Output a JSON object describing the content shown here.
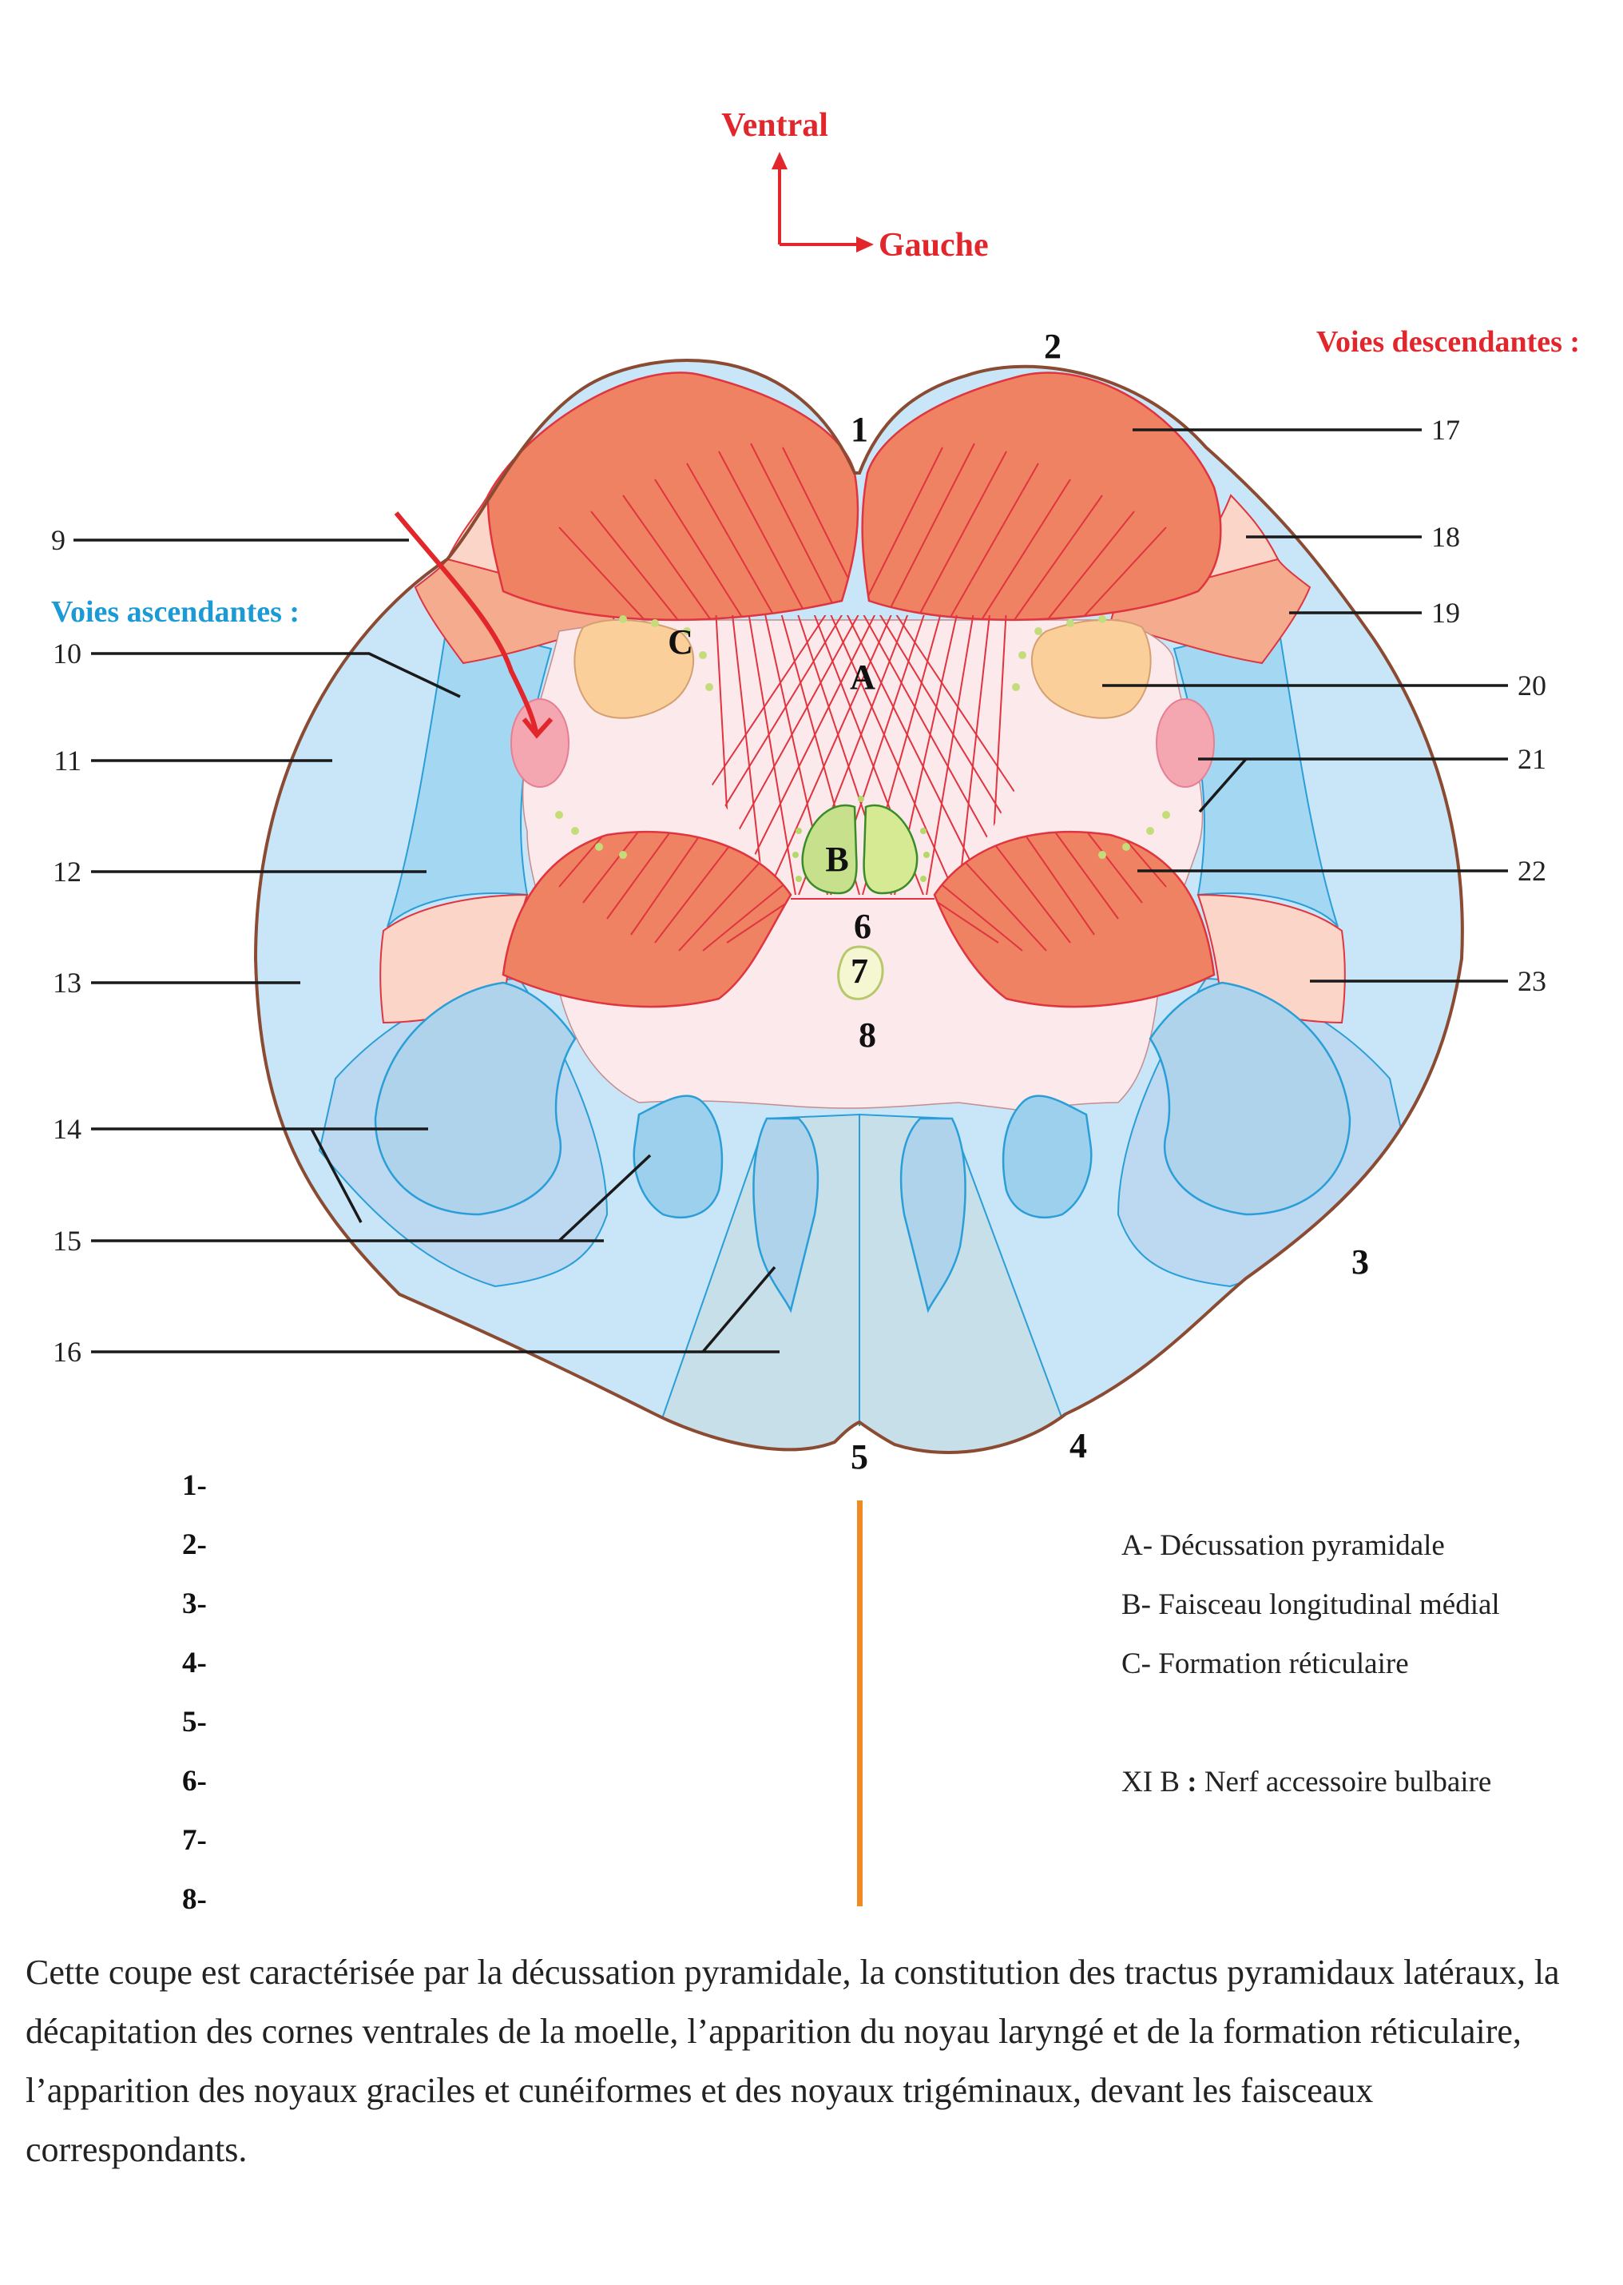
{
  "orientation": {
    "ventral": "Ventral",
    "gauche": "Gauche"
  },
  "headings": {
    "descendantes": "Voies descendantes :",
    "ascendantes": "Voies ascendantes :"
  },
  "inner_labels": {
    "A": "A",
    "B": "B",
    "C": "C",
    "n1": "1",
    "n2": "2",
    "n3": "3",
    "n4": "4",
    "n5": "5",
    "n6": "6",
    "n7": "7",
    "n8": "8"
  },
  "left_numbers": [
    "9",
    "10",
    "11",
    "12",
    "13",
    "14",
    "15",
    "16"
  ],
  "right_numbers": [
    "17",
    "18",
    "19",
    "20",
    "21",
    "22",
    "23"
  ],
  "answer_list": [
    "1-",
    "2-",
    "3-",
    "4-",
    "5-",
    "6-",
    "7-",
    "8-"
  ],
  "legend": {
    "a": "A- Décussation pyramidale",
    "b": "B- Faisceau longitudinal médial",
    "c": "C- Formation réticulaire",
    "xi_prefix": "XI B",
    "xi_colon": " :",
    "xi_text": " Nerf accessoire bulbaire"
  },
  "description": "Cette coupe est caractérisée par la décussation pyramidale, la constitution des tractus pyramidaux latéraux, la décapitation des cornes ventrales de la moelle, l’apparition du noyau laryngé et de la formation réticulaire, l’apparition des noyaux graciles et cunéiformes et des noyaux trigéminaux, devant les faisceaux correspondants.",
  "colors": {
    "pyramid": "#ef8262",
    "pyramid_stroke": "#e0343e",
    "outline": "#8b4a32",
    "light_blue": "#c8e6f8",
    "mid_blue": "#a4d7f2",
    "dorsal_blue": "#aed3ea",
    "grey_blue": "#c7dfe9",
    "salmon": "#f5ab8e",
    "light_pink": "#fbd5c8",
    "reticular": "#fbe9ec",
    "orange_nucleus": "#fbcf9a",
    "pink_nucleus": "#f4a6b1",
    "green": "#c6e08c",
    "orange_bar": "#f08a24"
  }
}
